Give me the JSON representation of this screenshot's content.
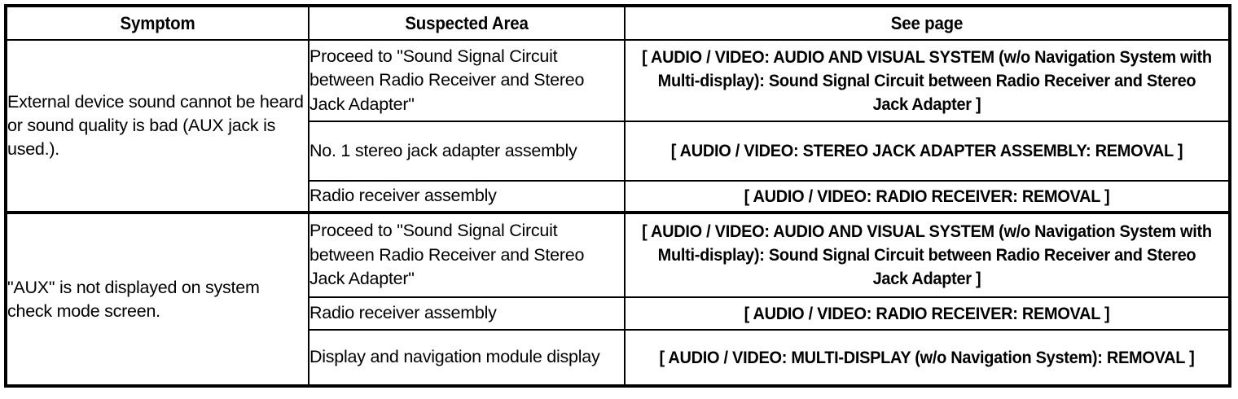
{
  "table": {
    "headers": {
      "symptom": "Symptom",
      "suspected_area": "Suspected Area",
      "see_page": "See page"
    },
    "groups": [
      {
        "symptom": "External device sound cannot be heard or sound quality is bad (AUX jack is used.).",
        "rows": [
          {
            "suspected_area": "Proceed to \"Sound Signal Circuit between Radio Receiver and Stereo Jack Adapter\"",
            "see_page": "[ AUDIO / VIDEO: AUDIO AND VISUAL SYSTEM (w/o Navigation System with Multi-display): Sound Signal Circuit between Radio Receiver and Stereo Jack Adapter ]"
          },
          {
            "suspected_area": "No. 1 stereo jack adapter assembly",
            "see_page": "[ AUDIO / VIDEO: STEREO JACK ADAPTER ASSEMBLY: REMOVAL ]"
          },
          {
            "suspected_area": "Radio receiver assembly",
            "see_page": "[ AUDIO / VIDEO: RADIO RECEIVER: REMOVAL ]"
          }
        ]
      },
      {
        "symptom": "\"AUX\" is not displayed on system check mode screen.",
        "rows": [
          {
            "suspected_area": "Proceed to \"Sound Signal Circuit between Radio Receiver and Stereo Jack Adapter\"",
            "see_page": "[ AUDIO / VIDEO: AUDIO AND VISUAL SYSTEM (w/o Navigation System with Multi-display): Sound Signal Circuit between Radio Receiver and Stereo Jack Adapter ]"
          },
          {
            "suspected_area": "Radio receiver assembly",
            "see_page": "[ AUDIO / VIDEO: RADIO RECEIVER: REMOVAL ]"
          },
          {
            "suspected_area": "Display and navigation module display",
            "see_page": "[ AUDIO / VIDEO: MULTI-DISPLAY (w/o Navigation System): REMOVAL ]"
          }
        ]
      }
    ]
  },
  "colors": {
    "border": "#000000",
    "text": "#000000",
    "background": "#ffffff"
  }
}
